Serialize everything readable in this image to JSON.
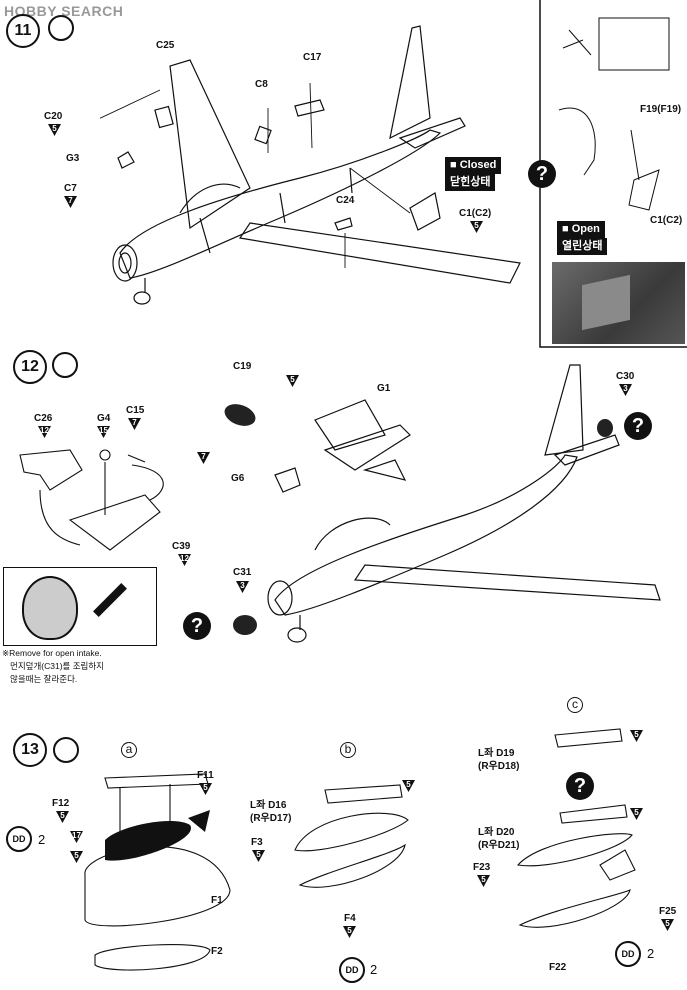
{
  "watermark": {
    "prefix": "HOBBY",
    "text": "SEARCH"
  },
  "steps": [
    {
      "number": "11"
    },
    {
      "number": "12"
    },
    {
      "number": "13"
    }
  ],
  "step11": {
    "labels": {
      "c25": "C25",
      "c17": "C17",
      "c8": "C8",
      "c20": "C20",
      "g3": "G3",
      "c7": "C7",
      "c24": "C24",
      "c1c2": "C1(C2)",
      "f19": "F19(F19)",
      "c1c2_b": "C1(C2)"
    },
    "paints": {
      "c20": "5",
      "c7": "7",
      "c1c2": "5"
    },
    "closed": {
      "en": "Closed",
      "ko": "닫힌상태"
    },
    "open": {
      "en": "Open",
      "ko": "열린상태"
    }
  },
  "step12": {
    "labels": {
      "c19": "C19",
      "c26": "C26",
      "g4": "G4",
      "c15": "C15",
      "g1": "G1",
      "g6": "G6",
      "c39": "C39",
      "c31": "C31",
      "c30": "C30"
    },
    "paints": {
      "c19a": "5",
      "c19b": "7",
      "c26": "12",
      "g4": "15",
      "c15": "7",
      "c39": "12",
      "c31": "3",
      "c30": "3"
    },
    "note": {
      "en": "※Remove for open intake.",
      "ko1": "먼지덮개(C31)를 조립하지",
      "ko2": "않을때는 잘라준다."
    }
  },
  "step13": {
    "subs": {
      "a": "a",
      "b": "b",
      "c": "c"
    },
    "labels": {
      "f11": "F11",
      "f12": "F12",
      "f1": "F1",
      "f2": "F2",
      "d16": "L좌 D16",
      "d17": "(R우D17)",
      "f3": "F3",
      "f4": "F4",
      "d19": "L좌 D19",
      "d18": "(R우D18)",
      "d20": "L좌 D20",
      "d21": "(R우D21)",
      "f23": "F23",
      "f22": "F22",
      "f25": "F25"
    },
    "paints": {
      "f11": "5",
      "f12": "5",
      "p17": "17",
      "p5": "5",
      "d16": "5",
      "f3": "5",
      "f4": "5",
      "d19": "5",
      "d20": "5",
      "f23": "5",
      "f25": "5"
    },
    "decal_counts": {
      "a": "2",
      "b": "2",
      "c": "2"
    }
  }
}
